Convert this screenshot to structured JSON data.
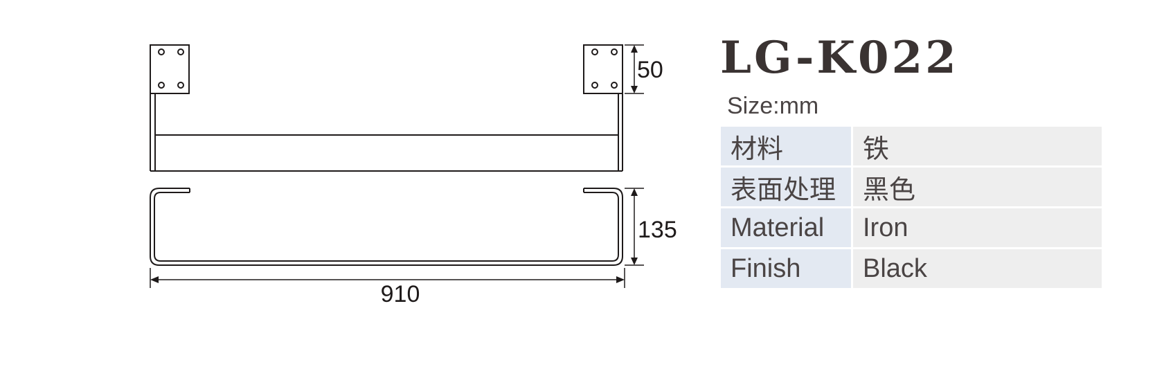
{
  "model_code": "LG-K022",
  "size_unit_label": "Size:mm",
  "dimensions": {
    "plate_height": "50",
    "depth": "135",
    "length": "910"
  },
  "specs": [
    {
      "key": "材料",
      "value": "铁"
    },
    {
      "key": "表面处理",
      "value": "黑色"
    },
    {
      "key": "Material",
      "value": "Iron"
    },
    {
      "key": "Finish",
      "value": "Black"
    }
  ],
  "colors": {
    "line": "#1e1a1a",
    "title": "#3a3332",
    "text": "#4a4444",
    "key_cell": "#e3e9f2",
    "value_cell": "#eeeeee"
  }
}
